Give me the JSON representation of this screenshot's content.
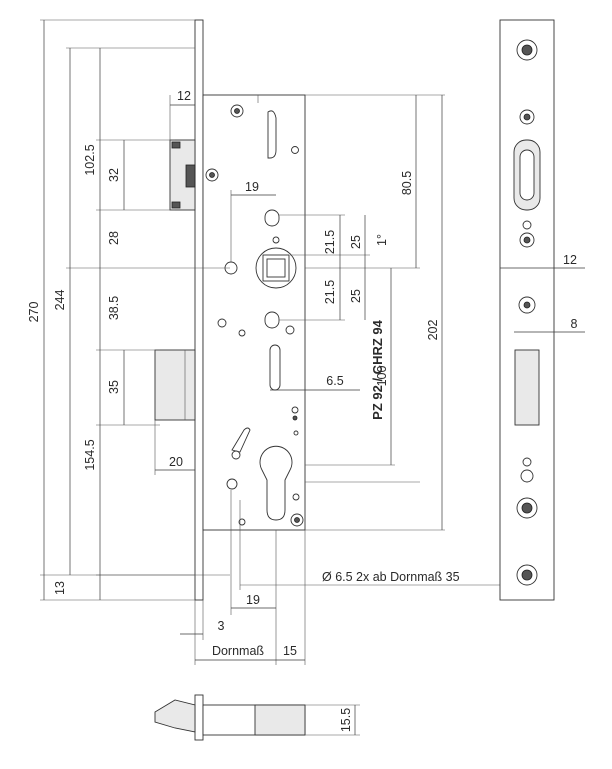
{
  "dimensions": {
    "d270": "270",
    "d244": "244",
    "d102_5": "102.5",
    "d32": "32",
    "d28": "28",
    "d38_5": "38.5",
    "d35": "35",
    "d154_5": "154.5",
    "d13": "13",
    "d12_top": "12",
    "d20": "20",
    "d19_top": "19",
    "d21_5_a": "21.5",
    "d21_5_b": "21.5",
    "d25_a": "25",
    "d25_b": "25",
    "d1deg": "1°",
    "d80_5": "80.5",
    "d202": "202",
    "d100": "100",
    "d6_5": "6.5",
    "d19_bottom": "19",
    "d3": "3",
    "d15": "15",
    "d12_side": "12",
    "d8_side": "8",
    "d15_5": "15.5"
  },
  "labels": {
    "cylinder": "PZ 92 / CHRZ 94",
    "hole_note": "Ø 6.5  2x ab Dornmaß 35",
    "dornmass": "Dornmaß"
  }
}
